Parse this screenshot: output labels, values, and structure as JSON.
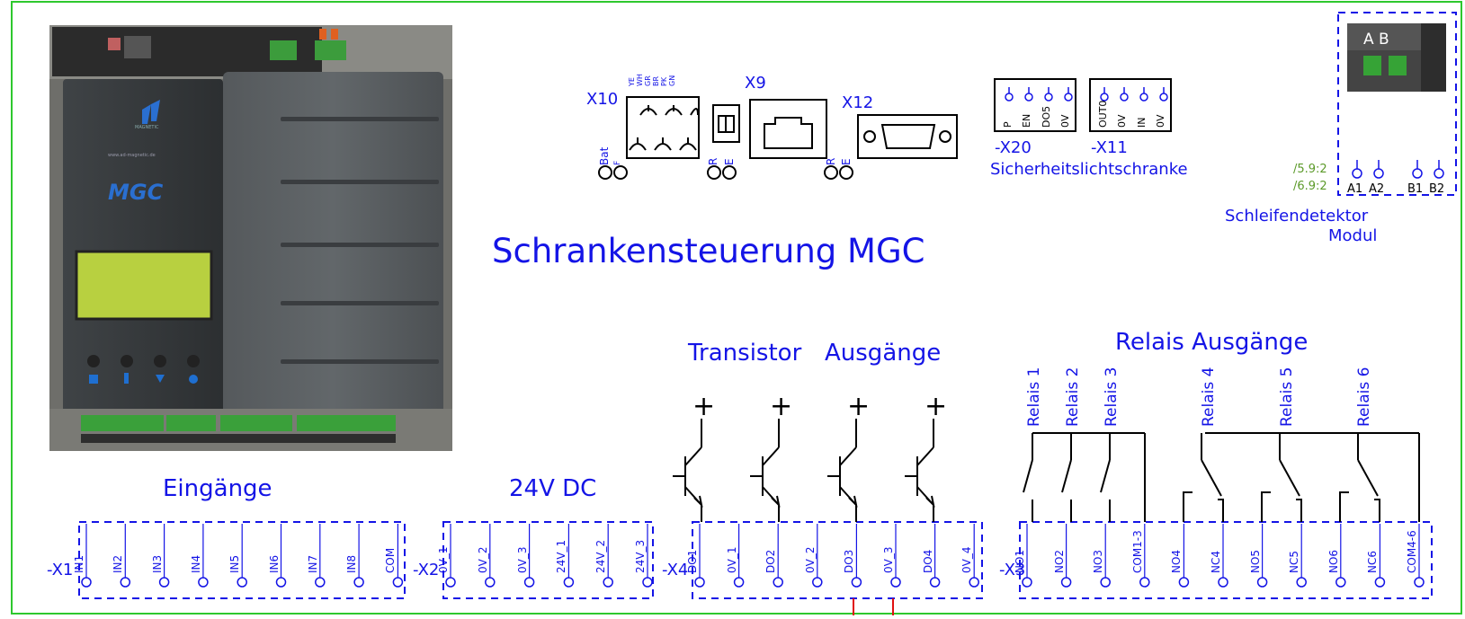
{
  "title": "Schrankensteuerung MGC",
  "headings": {
    "inputs": "Eingänge",
    "dc": "24V DC",
    "transistor": "Transistor",
    "outputs": "Ausgänge",
    "relays": "Relais Ausgänge"
  },
  "device": {
    "logo_text": "MGC",
    "brand_text": "MAGNETIC",
    "website": "www.ad-magnetic.de"
  },
  "connectors": {
    "x10": "X10",
    "x9": "X9",
    "x12": "X12",
    "x20": "-X20",
    "x11": "-X11",
    "x10_wires": [
      "YE",
      "WH",
      "GR",
      "BR",
      "PK",
      "GN"
    ],
    "bat": "Bat",
    "f": "F",
    "r": "R",
    "e": "E",
    "x20_pins": [
      "P",
      "EN",
      "DO5",
      "0V"
    ],
    "x11_pins": [
      "OUT0",
      "0V",
      "IN",
      "0V"
    ],
    "safety": "Sicherheitslichtschranke"
  },
  "loop_module": {
    "title_line1": "Schleifendetektor",
    "title_line2": "Modul",
    "ab": "A B",
    "pins": [
      "A1",
      "A2",
      "B1",
      "B2"
    ],
    "refs": [
      "/5.9:2",
      "/6.9:2"
    ]
  },
  "terminal_blocks": {
    "x1": {
      "name": "-X1",
      "pins": [
        "IN1",
        "IN2",
        "IN3",
        "IN4",
        "IN5",
        "IN6",
        "IN7",
        "IN8",
        "COM"
      ]
    },
    "x2": {
      "name": "-X2",
      "pins": [
        "0V_1",
        "0V_2",
        "0V_3",
        "24V_1",
        "24V_2",
        "24V_3"
      ]
    },
    "x4": {
      "name": "-X4",
      "pins": [
        "DO1",
        "0V_1",
        "DO2",
        "0V_2",
        "DO3",
        "0V_3",
        "DO4",
        "0V_4"
      ]
    },
    "x3": {
      "name": "-X3",
      "pins": [
        "NO1",
        "NO2",
        "NO3",
        "COM1-3",
        "NO4",
        "NC4",
        "NO5",
        "NC5",
        "NO6",
        "NC6",
        "COM4-6"
      ]
    }
  },
  "relays": [
    "Relais 1",
    "Relais 2",
    "Relais 3",
    "Relais 4",
    "Relais 5",
    "Relais 6"
  ],
  "plus_sign": "+",
  "colors": {
    "frame": "#2ec82e",
    "text": "#1414e6",
    "wire": "#000000",
    "red_wire": "#e01010",
    "ref": "#5c9a2a"
  }
}
